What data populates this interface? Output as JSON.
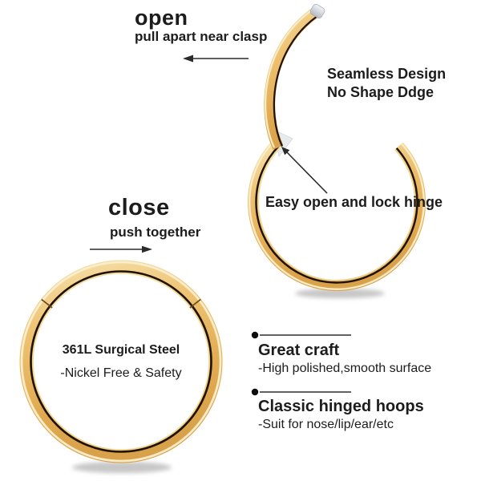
{
  "annotations": {
    "open": {
      "title": "open",
      "subtitle": "pull apart near clasp"
    },
    "close": {
      "title": "close",
      "subtitle": "push together"
    },
    "seamless": {
      "line1": "Seamless Design",
      "line2": "No Shape Ddge"
    },
    "hinge_label": "Easy open and lock hinge",
    "material": {
      "line1": "361L Surgical Steel",
      "line2": "-Nickel Free & Safety"
    }
  },
  "features": [
    {
      "title": "Great craft",
      "description": "-High polished,smooth surface"
    },
    {
      "title": "Classic hinged hoops",
      "description": "-Suit for nose/lip/ear/etc"
    }
  ],
  "icons": {
    "open_arrow": "arrow-left",
    "close_arrow": "arrow-right",
    "hinge_arrow": "arrow-up-left",
    "feature_bullet": "bullet-dot-with-line"
  },
  "colors": {
    "background": "#ffffff",
    "text": "#1c1c1c",
    "gold_highlight": "#f8eecb",
    "gold": "#e8b763",
    "gold_deep": "#d9a149",
    "reflection_stripe": "#1e1105",
    "silver_clasp": "#d7dbe0",
    "shadow": "#8f8f8f"
  }
}
